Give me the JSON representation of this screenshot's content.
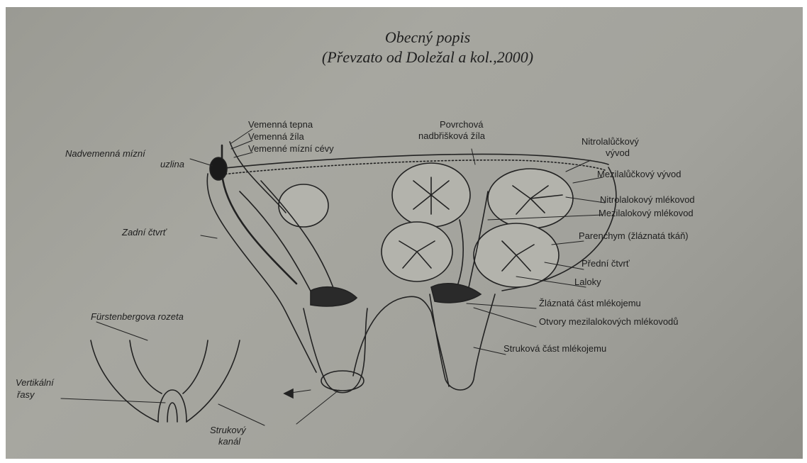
{
  "title": {
    "line1": "Obecný popis",
    "line2": "(Převzato od Doležal a kol.,2000)"
  },
  "labels": {
    "vemenna_tepna": "Vemenná tepna",
    "vemenna_zila": "Vemenná žíla",
    "vemenne_mizni_cevy": "Vemenné mízní cévy",
    "nadvemenna_1": "Nadvemenná mízní",
    "nadvemenna_2": "uzlina",
    "povrchova_1": "Povrchová",
    "povrchova_2": "nadbřišková žíla",
    "nitrolaluckovy_1": "Nitrolalůčkový",
    "nitrolaluckovy_2": "vývod",
    "mezilaluckovy": "Mezilalůčkový vývod",
    "nitrolalokovy": "Nitrolalokový mlékovod",
    "mezilalokovy": "Mezilalokový mlékovod",
    "parenchym": "Parenchym (žláznatá tkáň)",
    "zadni_ctvrt": "Zadní čtvrť",
    "predni_ctvrt": "Přední čtvrť",
    "laloky": "Laloky",
    "zlaznata_cast": "Žláznatá část mlékojemu",
    "otvory": "Otvory mezilalokových mlékovodů",
    "strukova_cast": "Struková část mlékojemu",
    "furstenbergova": "Fürstenbergova rozeta",
    "vertikalni_1": "Vertikální",
    "vertikalni_2": "řasy",
    "strukovy_1": "Strukový",
    "strukovy_2": "kanál"
  },
  "colors": {
    "paper": "#a2a29c",
    "ink": "#1e1e1e",
    "lobule_fill": "#b3b3ac"
  }
}
